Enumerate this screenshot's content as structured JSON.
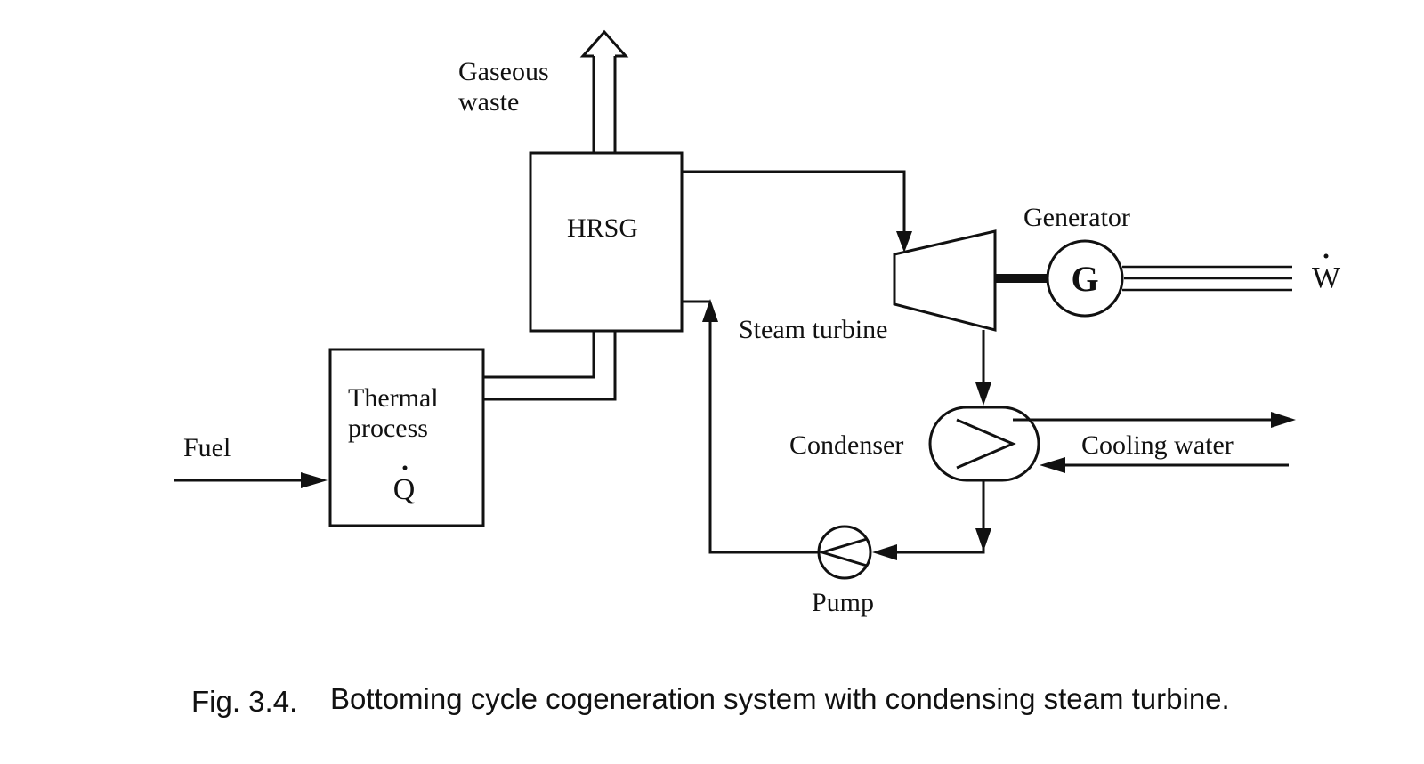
{
  "labels": {
    "gaseous_waste_line1": "Gaseous",
    "gaseous_waste_line2": "waste",
    "hrsg": "HRSG",
    "generator": "Generator",
    "generator_symbol": "G",
    "power_symbol": "W",
    "steam_turbine": "Steam turbine",
    "thermal_process_line1": "Thermal",
    "thermal_process_line2": "process",
    "heat_symbol": "Q",
    "fuel": "Fuel",
    "condenser": "Condenser",
    "cooling_water": "Cooling water",
    "pump": "Pump"
  },
  "caption": {
    "number": "Fig. 3.4.",
    "text": "Bottoming cycle cogeneration system with condensing steam turbine."
  }
}
